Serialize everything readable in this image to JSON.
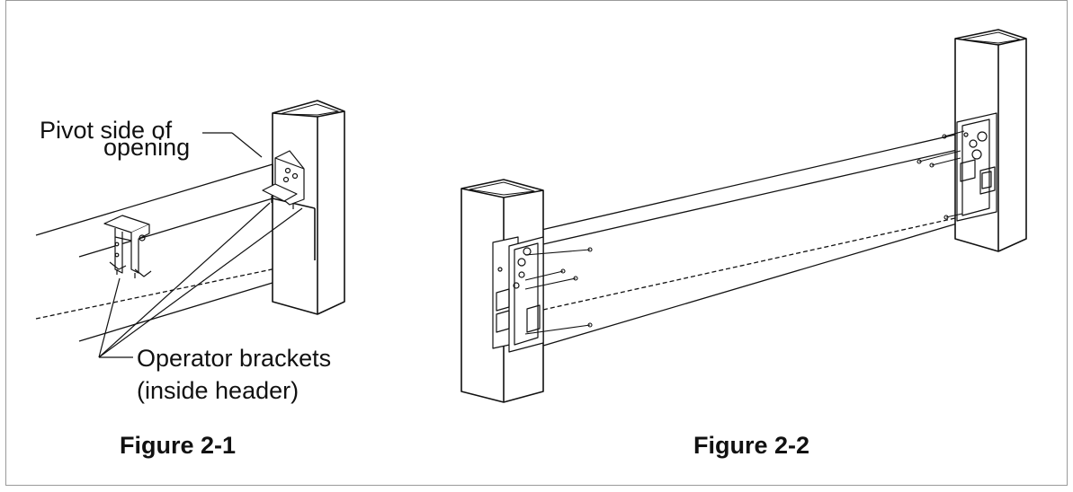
{
  "figure_1": {
    "caption": "Figure 2-1",
    "pivot_label_line1": "Pivot side of",
    "pivot_label_line2": "opening",
    "brackets_label_line1": "Operator brackets",
    "brackets_label_line2": "(inside header)"
  },
  "figure_2": {
    "caption": "Figure 2-2"
  },
  "colors": {
    "line": "#111111",
    "frame": "#9a9a9a",
    "background": "#ffffff"
  }
}
